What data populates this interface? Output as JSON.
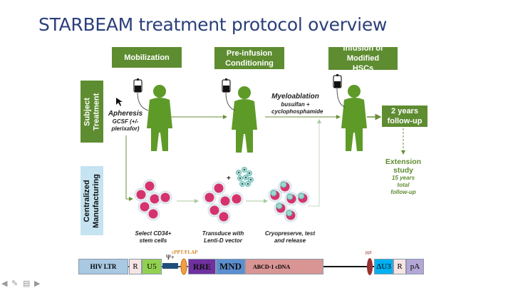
{
  "title": "STARBEAM treatment protocol overview",
  "phases": {
    "mobilization": "Mobilization",
    "preinfusion": "Pre-infusion Conditioning",
    "infusion": "Infusion of Modified HSCs"
  },
  "rows": {
    "subject": "Subject Treatment",
    "manufacturing": "Centralized Manufacturing"
  },
  "apheresis": {
    "title": "Apheresis",
    "detail": "GCSF (+/- plerixafor)"
  },
  "myeloablation": {
    "title": "Myeloablation",
    "detail": "busulfan + cyclophosphamide"
  },
  "followup": "2 years follow-up",
  "extension": {
    "title": "Extension study",
    "detail": "15 years total follow-up"
  },
  "steps": [
    "Select CD34+ stem cells",
    "Transduce with Lenti-D vector",
    "Cryopreserve, test and release"
  ],
  "vector": {
    "cppt": "cPPT/FLAP",
    "psi": "Ψ+",
    "ppt": "ppt",
    "segments": [
      "HIV LTR",
      "R",
      "U5",
      "RRE",
      "MND",
      "ABCD-1 cDNA",
      "ΔU3",
      "R",
      "pA"
    ]
  },
  "colors": {
    "green": "#5e8c31",
    "title": "#2b3f7a",
    "manufacturing_bg": "#c5e3f0",
    "cell": "#d6336c"
  },
  "toolbar": {
    "icons": [
      "arrow-left-icon",
      "pen-icon",
      "menu-icon",
      "arrow-right-icon"
    ]
  }
}
